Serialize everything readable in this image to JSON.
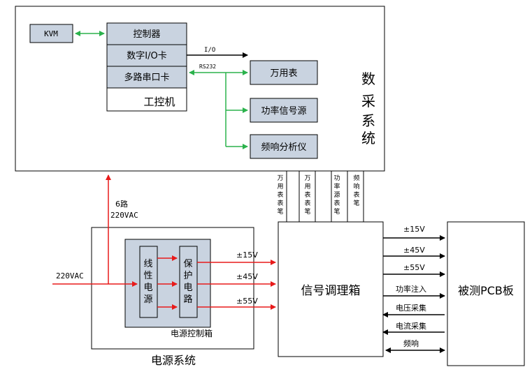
{
  "daq_system": {
    "title_chars": [
      "数",
      "采",
      "系",
      "统"
    ],
    "kvm": "KVM",
    "controller": "控制器",
    "digital_io_card": "数字I/O卡",
    "serial_card": "多路串口卡",
    "ipc_label": "工控机",
    "io_label": "I/O",
    "rs232_label": "RS232",
    "multimeter": "万用表",
    "power_signal_source": "功率信号源",
    "freq_analyzer": "频响分析仪"
  },
  "probes": [
    {
      "chars": [
        "万",
        "用",
        "表",
        "表",
        "笔"
      ]
    },
    {
      "chars": [
        "万",
        "用",
        "表",
        "表",
        "笔"
      ]
    },
    {
      "chars": [
        "功",
        "率",
        "源",
        "表",
        "笔"
      ]
    },
    {
      "chars": [
        "频",
        "响",
        "表",
        "笔"
      ]
    }
  ],
  "power_system": {
    "title": "电源系统",
    "control_box_label": "电源控制箱",
    "linear_psu_chars": [
      "线",
      "性",
      "电",
      "源"
    ],
    "protection_chars": [
      "保",
      "护",
      "电",
      "路"
    ],
    "input_label": "220VAC",
    "feed_line1": "6路",
    "feed_line2": "220VAC",
    "rails": [
      "±15V",
      "±45V",
      "±55V"
    ]
  },
  "conditioning_box": {
    "title": "信号调理箱"
  },
  "dut": {
    "title": "被测PCB板"
  },
  "dut_links": [
    "±15V",
    "±45V",
    "±55V",
    "功率注入",
    "电压采集",
    "电流采集",
    "频响"
  ],
  "colors": {
    "module_fill": "#c9d3e0",
    "green_arrow": "#2bb24c",
    "red_arrow": "#e81a1a",
    "black_line": "#000000"
  }
}
